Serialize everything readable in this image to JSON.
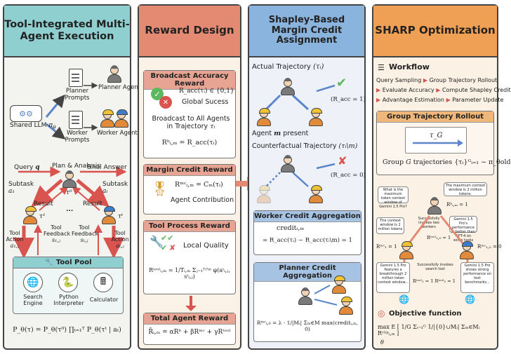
{
  "col1": {
    "title": "Tool-Integrated Multi-Agent Execution",
    "planner_prompts": "Planner Prompts",
    "worker_prompts": "Worker Prompts",
    "planner_agent": "Planner Agent",
    "worker_agents": "Worker Agents",
    "shared_llm": "Shared LLM",
    "shared_llm_sym": "π",
    "plan_analysis": "Plan & Analysis",
    "query": "Query",
    "query_sym": "q",
    "final_answer": "Final Answer",
    "subtask_left": "Subtask",
    "subtask_left_sym": "a₁",
    "subtask_right": "Subtask",
    "subtask_right_sym": "aₜ",
    "tau0": "τ⁰",
    "result_left": "Result",
    "result_right": "Result",
    "dots": "...",
    "tau1": "τ¹",
    "taut": "τᵗ",
    "tool_action_left": "Tool Action",
    "tool_action_left_sym": "a₁,ⱼ",
    "tool_feedback_left": "Tool Feedback",
    "tool_feedback_left_sym": "s₁,ⱼ",
    "tool_feedback_right": "Tool Feedback",
    "tool_feedback_right_sym": "sₜ,ⱼ",
    "tool_action_right": "Tool Action",
    "tool_action_right_sym": "aₜ,ⱼ",
    "tool_pool": "Tool Pool",
    "tools": [
      "Search Engine",
      "Python Interpreter",
      "Calculator"
    ],
    "formula": "P_θ(τ) = P_θ(τ⁰) ∏ₜ₌₁ᵀ P_θ(τᵗ | aₜ)"
  },
  "col2": {
    "title": "Reward Design",
    "broadcast_title": "Broadcast Accuracy Reward",
    "racc": "R_acc(τᵢ) ∈ {0,1}",
    "global_success": "Global Sucess",
    "broadcast_text": "Broadcast to All Agents in Trajectory",
    "broadcast_sym": "τᵢ",
    "rb_formula": "Rᵇᵢ,ₘ = R_acc(τᵢ)",
    "margin_title": "Margin Credit Reward",
    "rmc_formula": "Rᵐᶜᵢ,ₘ = Cₘ(τᵢ)",
    "agent_contribution": "Agent Contribution",
    "process_title": "Tool Process Reward",
    "local_quality": "Local Quality",
    "rtool_formula": "Rᵗᵒᵒˡᵢ,ₘ = 1/Tᵢ,ₘ Σⱼ₌₁ᵀⁱ'ᵐ φ(aᵗᵢ,ⱼ, sᵗᵢ,ⱼ)",
    "total_title": "Total Agent Reward",
    "total_formula": "R̄ᵢ,ₘ = αRᵇ + βRᵐᶜ + γRᵗᵒᵒˡ"
  },
  "col3": {
    "title": "Shapley-Based Margin Credit Assignment",
    "actual": "Actual Trajectory",
    "actual_sym": "(τᵢ)",
    "racc_one": "(R_acc = 1)",
    "agent_present": "Agent",
    "agent_present_sym": "m",
    "agent_present_tail": "present",
    "counterfactual": "Counterfactual Trajectory",
    "counterfactual_sym": "(τᵢ\\m)",
    "racc_zero": "(R_acc = 0)",
    "worker_title": "Worker Credit Aggregation",
    "credit_label": "creditᵢ,ₘ",
    "credit_formula": "= R_acc(τᵢ) − R_acc(τᵢ\\m) = 1",
    "planner_title": "Planner Credit Aggregation",
    "planner_formula": "Rᵐᶜᵢ,₀ = λ · 1/|Mᵢ| Σₘ∈M max(creditᵢ,ₘ, 0)"
  },
  "col4": {
    "title": "SHARP Optimization",
    "workflow": "Workflow",
    "steps_row1": [
      "Query Sampling",
      "Group Trajectory Rollout"
    ],
    "steps_row2": [
      "Evaluate Accuracy",
      "Compute Shapley Credit"
    ],
    "steps_row3": [
      "Advantage Estimation",
      "Parameter Update"
    ],
    "rollout_title": "Group Trajectory Rollout",
    "tau_g": "τ_G",
    "group_text": "Group",
    "group_sym": "G",
    "group_tail": "trajectories {τᵢ}ᴳᵢ₌₁ ~ π_θold",
    "bubbles": [
      "What is the maximum token context window of Gemini 1.5 Pro?",
      "The maximum context window is 2 million tokens.",
      "The context window is 2 million tokens",
      "Successfully invokes two workers",
      "Gemini 1.5 Pro's performance is better than GPT-4 on some tasks",
      "Gemini 1.5 Pro features a breakthrough 2 million token context window...",
      "Successfully invokes search tool",
      "Gemini 1.5 Pro shows strong performance on text benchmarks..."
    ],
    "r_acc_eq": "Rᵇᵢ,ₘ = 1",
    "r_tool0": "Rᵗᵒᵒˡ₁,₀ = 1",
    "r_mc1": "Rᵐᶜ₁ = 1",
    "r_mc2": "Rᵐᶜ₁,₂ = 0",
    "r_tool12": "Rᵗᵒᵒˡ₁ = 1  Rᵗᵒᵒˡ₂ = 1",
    "objective": "Objective function",
    "objective_formula": "max E [ 1/G Σᵢ₌₁ᴳ 1/|{0}∪Mᵢ| Σₘ∈Mᵢ Rᶜˡⁱᵖᵢ,ₘ ]",
    "objective_sub": "θ"
  }
}
